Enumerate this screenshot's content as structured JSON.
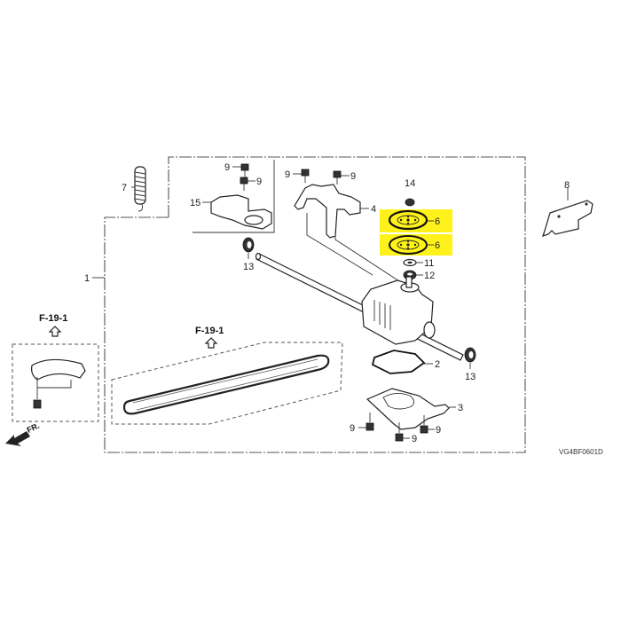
{
  "diagram": {
    "title": "Transmission assembly exploded parts diagram",
    "drawing_code": "VG4BF0601D",
    "highlight_color": "#fff21a",
    "direction_indicator": "FR.",
    "references": [
      {
        "label": "F-19-1",
        "position": "left-inset"
      },
      {
        "label": "F-19-1",
        "position": "belt-inset"
      }
    ],
    "parts": [
      {
        "id": "1",
        "name": "transmission-assembly-frame"
      },
      {
        "id": "2",
        "name": "gasket"
      },
      {
        "id": "3",
        "name": "cover-plate"
      },
      {
        "id": "4",
        "name": "bracket"
      },
      {
        "id": "6",
        "name": "pulley",
        "highlighted": true
      },
      {
        "id": "6",
        "name": "pulley",
        "highlighted": true
      },
      {
        "id": "7",
        "name": "spring"
      },
      {
        "id": "8",
        "name": "plate-bracket"
      },
      {
        "id": "9",
        "name": "bolt"
      },
      {
        "id": "11",
        "name": "washer"
      },
      {
        "id": "12",
        "name": "seal"
      },
      {
        "id": "13",
        "name": "bearing"
      },
      {
        "id": "14",
        "name": "nut"
      },
      {
        "id": "15",
        "name": "cover"
      }
    ],
    "callouts": {
      "c1": "1",
      "c2": "2",
      "c3": "3",
      "c4": "4",
      "c6a": "6",
      "c6b": "6",
      "c7": "7",
      "c8": "8",
      "c9a": "9",
      "c9b": "9",
      "c9c": "9",
      "c9d": "9",
      "c9e": "9",
      "c9f": "9",
      "c9g": "9",
      "c11": "11",
      "c12": "12",
      "c13a": "13",
      "c13b": "13",
      "c14": "14",
      "c15": "15",
      "ref1": "F-19-1",
      "ref2": "F-19-1",
      "fr": "FR.",
      "code": "VG4BF0601D"
    }
  }
}
